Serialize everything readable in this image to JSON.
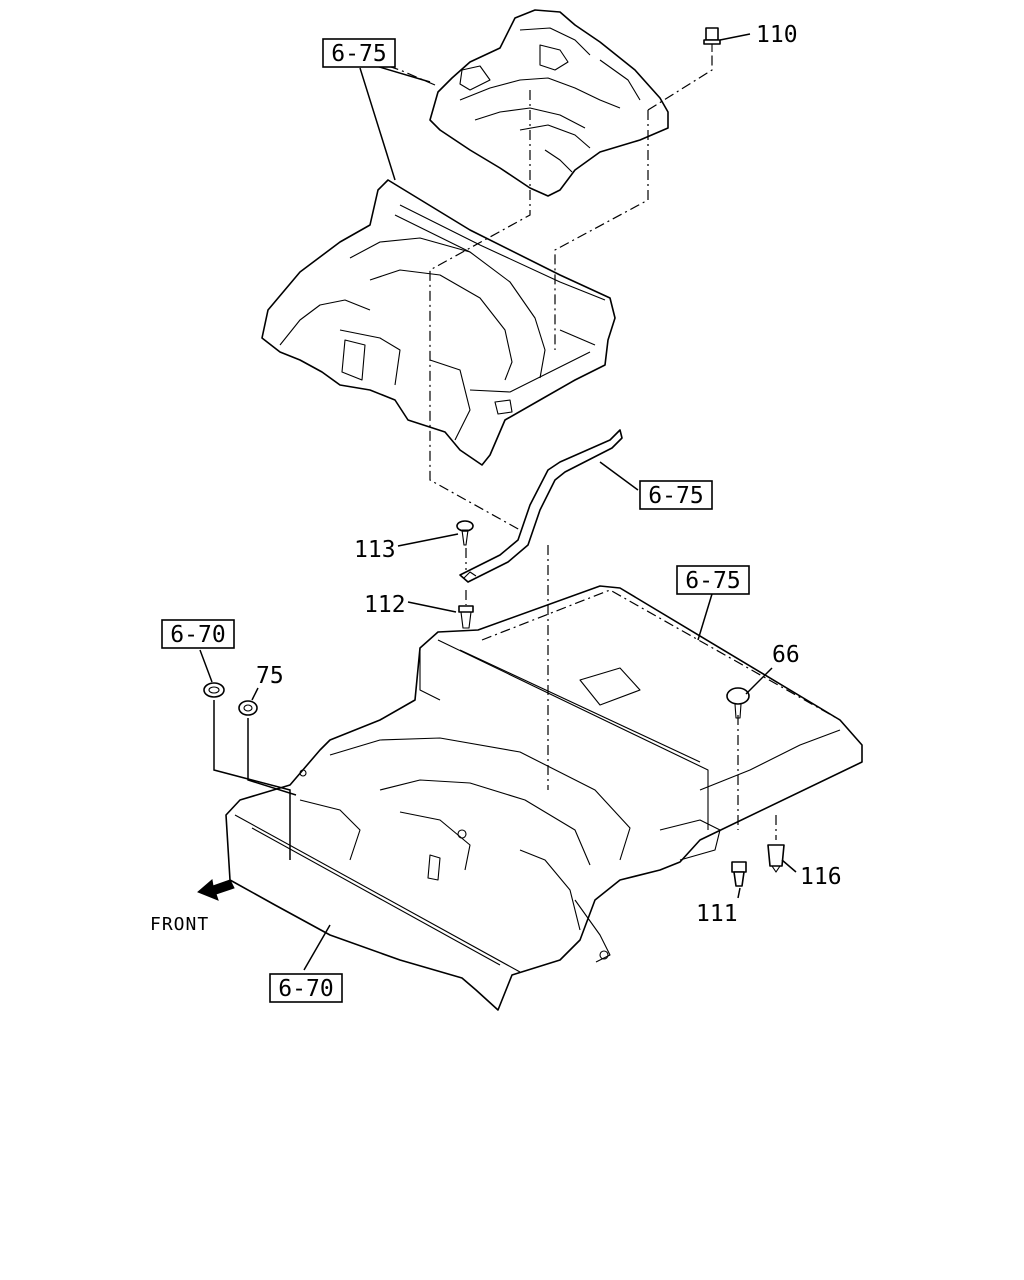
{
  "diagram": {
    "direction_label": "FRONT",
    "refs": {
      "ref_top": "6-75",
      "ref_bracket": "6-75",
      "ref_rear_floor": "6-75",
      "ref_grommet": "6-70",
      "ref_front_floor": "6-70"
    },
    "parts": {
      "p110": "110",
      "p113": "113",
      "p112": "112",
      "p75": "75",
      "p66": "66",
      "p111": "111",
      "p116": "116"
    }
  }
}
